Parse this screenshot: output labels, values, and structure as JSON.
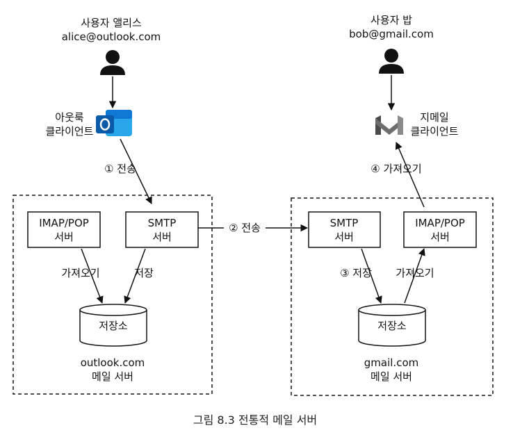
{
  "users": {
    "alice": {
      "name": "사용자 앨리스",
      "email": "alice@outlook.com"
    },
    "bob": {
      "name": "사용자 밥",
      "email": "bob@gmail.com"
    }
  },
  "clients": {
    "outlook": {
      "line1": "아웃룩",
      "line2": "클라이언트",
      "icon": "outlook-icon"
    },
    "gmail": {
      "line1": "지메일",
      "line2": "클라이언트",
      "icon": "gmail-icon"
    }
  },
  "steps": {
    "send1": "① 전송",
    "send2": "② 전송",
    "store3": "③ 저장",
    "fetch4": "④ 가져오기"
  },
  "left_server": {
    "imap_line1": "IMAP/POP",
    "imap_line2": "서버",
    "smtp_line1": "SMTP",
    "smtp_line2": "서버",
    "fetch_label": "가져오기",
    "store_label": "저장",
    "storage_label": "저장소",
    "domain": "outlook.com",
    "name": "메일 서버"
  },
  "right_server": {
    "smtp_line1": "SMTP",
    "smtp_line2": "서버",
    "imap_line1": "IMAP/POP",
    "imap_line2": "서버",
    "fetch_label": "가져오기",
    "storage_label": "저장소",
    "domain": "gmail.com",
    "name": "메일 서버"
  },
  "caption": "그림 8.3 전통적 메일 서버",
  "colors": {
    "ink": "#111111",
    "outlook_dark": "#0a5aa8",
    "outlook_light": "#28a8ea",
    "gmail_left": "#4a4a4a",
    "gmail_right": "#8a8a8a"
  }
}
